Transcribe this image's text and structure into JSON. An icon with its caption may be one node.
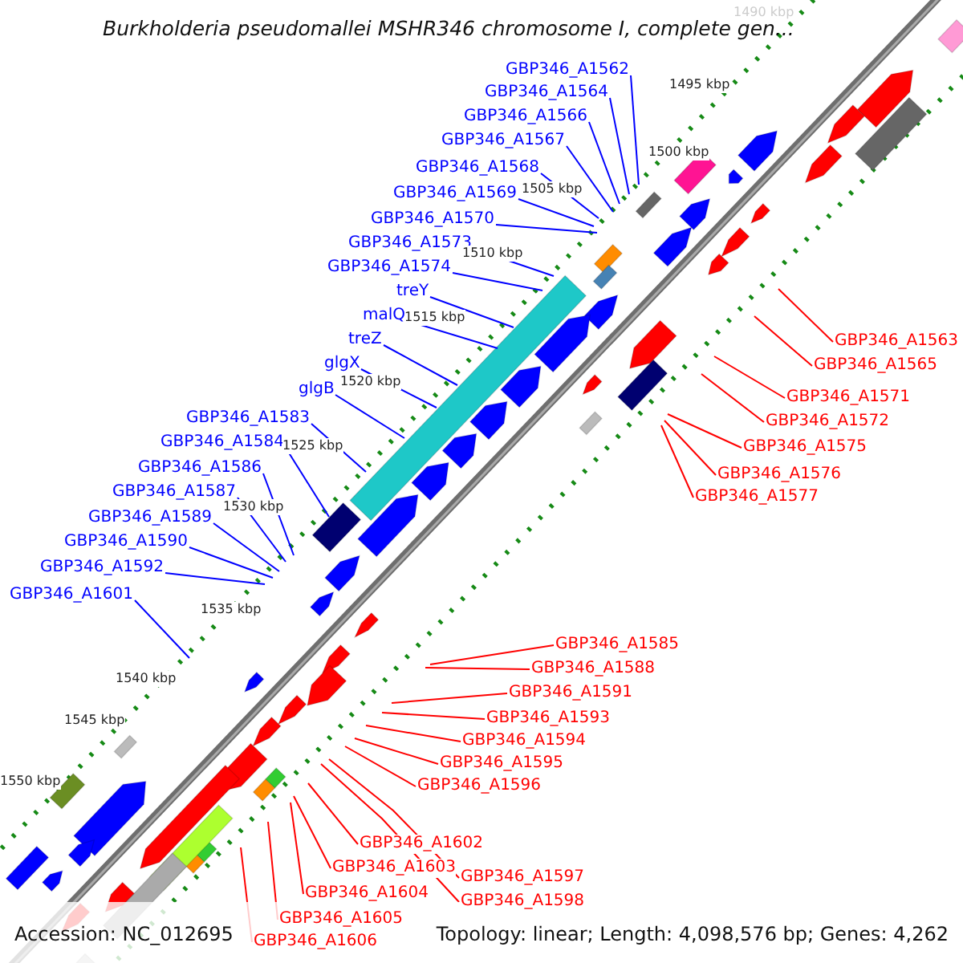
{
  "diagram": {
    "title": "Burkholderia pseudomallei MSHR346 chromosome I, complete gen...",
    "nodes": [
      {
        "text": [
          "GBP346_A1562"
        ]
      },
      {
        "text": [
          "GBP346_A1564"
        ]
      },
      {
        "text": [
          "GBP346_A1566"
        ]
      },
      {
        "text": [
          "GBP346_A1567"
        ]
      },
      {
        "text": [
          "GBP346_A1568"
        ]
      },
      {
        "text": [
          "GBP346_A1569"
        ]
      },
      {
        "text": [
          "GBP346_A1570"
        ]
      },
      {
        "text": [
          "GBP346_A1573"
        ]
      },
      {
        "text": [
          "GBP346_A1574"
        ]
      },
      {
        "text": [
          "treY"
        ]
      },
      {
        "text": [
          "malQ"
        ]
      },
      {
        "text": [
          "treZ"
        ]
      },
      {
        "text": [
          "glgX"
        ]
      },
      {
        "text": [
          "glgB"
        ]
      },
      {
        "text": [
          "GBP346_A1583"
        ]
      },
      {
        "text": [
          "GBP346_A1584"
        ]
      },
      {
        "text": [
          "GBP346_A1586"
        ]
      },
      {
        "text": [
          "GBP346_A1587"
        ]
      },
      {
        "text": [
          "GBP346_A1589"
        ]
      },
      {
        "text": [
          "GBP346_A1590"
        ]
      },
      {
        "text": [
          "GBP346_A1592"
        ]
      },
      {
        "text": [
          "GBP346_A1601"
        ]
      },
      {
        "text": [
          "GBP346_A1563"
        ]
      },
      {
        "text": [
          "GBP346_A1565"
        ]
      },
      {
        "text": [
          "GBP346_A1571"
        ]
      },
      {
        "text": [
          "GBP346_A1572"
        ]
      },
      {
        "text": [
          "GBP346_A1575"
        ]
      },
      {
        "text": [
          "GBP346_A1576"
        ]
      },
      {
        "text": [
          "GBP346_A1577"
        ]
      },
      {
        "text": [
          "GBP346_A1585"
        ]
      },
      {
        "text": [
          "GBP346_A1588"
        ]
      },
      {
        "text": [
          "GBP346_A1591"
        ]
      },
      {
        "text": [
          "GBP346_A1593"
        ]
      },
      {
        "text": [
          "GBP346_A1594"
        ]
      },
      {
        "text": [
          "GBP346_A1595"
        ]
      },
      {
        "text": [
          "GBP346_A1596"
        ]
      },
      {
        "text": [
          "GBP346_A1602"
        ]
      },
      {
        "text": [
          "GBP346_A1603"
        ]
      },
      {
        "text": [
          "GBP346_A1597"
        ]
      },
      {
        "text": [
          "GBP346_A1598"
        ]
      },
      {
        "text": [
          "GBP346_A1604"
        ]
      },
      {
        "text": [
          "GBP346_A1605"
        ]
      },
      {
        "text": [
          "GBP346_A1606"
        ]
      }
    ],
    "edges": [
      {
        "from": 0,
        "to": null,
        "arrow": "none"
      },
      {
        "from": 1,
        "to": null,
        "arrow": "none"
      },
      {
        "from": 2,
        "to": null,
        "arrow": "none"
      },
      {
        "from": 3,
        "to": null,
        "arrow": "none"
      },
      {
        "from": 4,
        "to": null,
        "arrow": "none"
      },
      {
        "from": 5,
        "to": null,
        "arrow": "none"
      },
      {
        "from": 6,
        "to": null,
        "arrow": "none"
      },
      {
        "from": 7,
        "to": null,
        "arrow": "none"
      },
      {
        "from": 8,
        "to": null,
        "arrow": "none"
      },
      {
        "from": 9,
        "to": null,
        "arrow": "none"
      },
      {
        "from": 10,
        "to": null,
        "arrow": "none"
      },
      {
        "from": 11,
        "to": null,
        "arrow": "none"
      },
      {
        "from": 12,
        "to": null,
        "arrow": "none"
      },
      {
        "from": 13,
        "to": null,
        "arrow": "none"
      },
      {
        "from": 14,
        "to": null,
        "arrow": "none"
      },
      {
        "from": 15,
        "to": null,
        "arrow": "none"
      },
      {
        "from": 16,
        "to": null,
        "arrow": "none"
      },
      {
        "from": 17,
        "to": null,
        "arrow": "none"
      },
      {
        "from": 18,
        "to": null,
        "arrow": "none"
      },
      {
        "from": 19,
        "to": null,
        "arrow": "none"
      },
      {
        "from": 20,
        "to": null,
        "arrow": "none"
      },
      {
        "from": 21,
        "to": null,
        "arrow": "none"
      },
      {
        "from": 22,
        "to": null,
        "arrow": "none",
        "color": "#ff0000"
      },
      {
        "from": 23,
        "to": null,
        "arrow": "none",
        "color": "#ff0000"
      },
      {
        "from": 24,
        "to": null,
        "arrow": "none",
        "color": "#ff0000"
      },
      {
        "from": 25,
        "to": null,
        "arrow": "none",
        "color": "#ff0000"
      },
      {
        "from": 26,
        "to": null,
        "arrow": "none",
        "color": "#ff0000"
      },
      {
        "from": 27,
        "to": null,
        "arrow": "none",
        "color": "#ff0000"
      },
      {
        "from": 28,
        "to": null,
        "arrow": "none",
        "color": "#ff0000"
      },
      {
        "from": 29,
        "to": null,
        "arrow": "none",
        "color": "#ff0000"
      },
      {
        "from": 30,
        "to": null,
        "arrow": "none",
        "color": "#ff0000"
      },
      {
        "from": 31,
        "to": null,
        "arrow": "none",
        "color": "#ff0000"
      },
      {
        "from": 32,
        "to": null,
        "arrow": "none",
        "color": "#ff0000"
      },
      {
        "from": 33,
        "to": null,
        "arrow": "none",
        "color": "#ff0000"
      },
      {
        "from": 34,
        "to": null,
        "arrow": "none",
        "color": "#ff0000"
      },
      {
        "from": 35,
        "to": null,
        "arrow": "none",
        "color": "#ff0000"
      },
      {
        "from": 36,
        "to": null,
        "arrow": "none",
        "color": "#ff0000"
      },
      {
        "from": 37,
        "to": null,
        "arrow": "none",
        "color": "#ff0000"
      },
      {
        "from": 38,
        "to": null,
        "arrow": "none",
        "color": "#ff0000"
      },
      {
        "from": 39,
        "to": null,
        "arrow": "none",
        "color": "#ff0000"
      },
      {
        "from": 40,
        "to": null,
        "arrow": "none",
        "color": "#ff0000"
      },
      {
        "from": 41,
        "to": null,
        "arrow": "none",
        "color": "#ff0000"
      },
      {
        "from": 42,
        "to": null,
        "arrow": "none",
        "color": "#ff0000"
      }
    ],
    "labels": [
      "1490 kbp",
      "1495 kbp",
      "1500 kbp",
      "1505 kbp",
      "1510 kbp",
      "1515 kbp",
      "1520 kbp",
      "1525 kbp",
      "1530 kbp",
      "1535 kbp",
      "1540 kbp",
      "1545 kbp",
      "1550 kbp",
      "Accession: NC_012695",
      "Topology: linear; Length: 4,098,576 bp; Genes: 4,262"
    ]
  }
}
